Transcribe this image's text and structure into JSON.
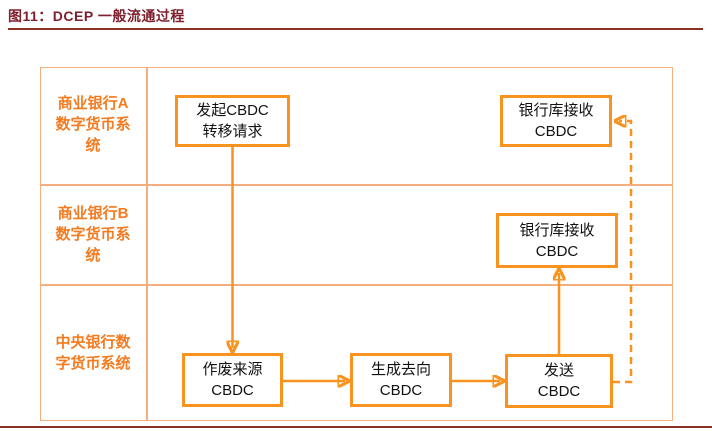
{
  "figure": {
    "title": "图11：DCEP 一般流通过程"
  },
  "colors": {
    "accent_orange": "#F7931E",
    "lane_grid_orange": "#F5AE7E",
    "lane_label_orange": "#F47B20",
    "title_text_red": "#7E1F2E",
    "rule_red": "#8C3121",
    "node_text": "#111111",
    "background": "#FFFFFF"
  },
  "lanes": [
    {
      "id": "bank-a",
      "lines": [
        "商业银行A",
        "数字货币系",
        "统"
      ]
    },
    {
      "id": "bank-b",
      "lines": [
        "商业银行B",
        "数字货币系",
        "统"
      ]
    },
    {
      "id": "central-bank",
      "lines": [
        "中央银行数",
        "字货币系统"
      ]
    }
  ],
  "nodes": [
    {
      "id": "initiate-transfer",
      "lines": [
        "发起CBDC",
        "转移请求"
      ]
    },
    {
      "id": "vault-receive-a",
      "lines": [
        "银行库接收",
        "CBDC"
      ]
    },
    {
      "id": "vault-receive-b",
      "lines": [
        "银行库接收",
        "CBDC"
      ]
    },
    {
      "id": "invalidate-source",
      "lines": [
        "作废来源",
        "CBDC"
      ]
    },
    {
      "id": "generate-destination",
      "lines": [
        "生成去向",
        "CBDC"
      ]
    },
    {
      "id": "send",
      "lines": [
        "发送",
        "CBDC"
      ]
    }
  ]
}
